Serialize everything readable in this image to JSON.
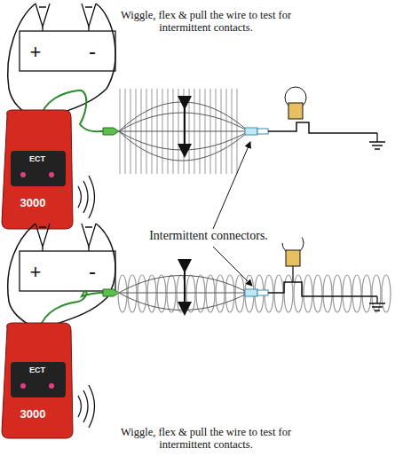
{
  "diagram": {
    "labels": [
      "+",
      "-",
      "Wiggle, flex & pull the wire to test for intermittent contacts.",
      "ECT",
      "3000",
      "Intermittent connectors.",
      "+",
      "-",
      "ECT",
      "3000",
      "Wiggle, flex & pull the wire to test for intermittent contacts."
    ]
  }
}
